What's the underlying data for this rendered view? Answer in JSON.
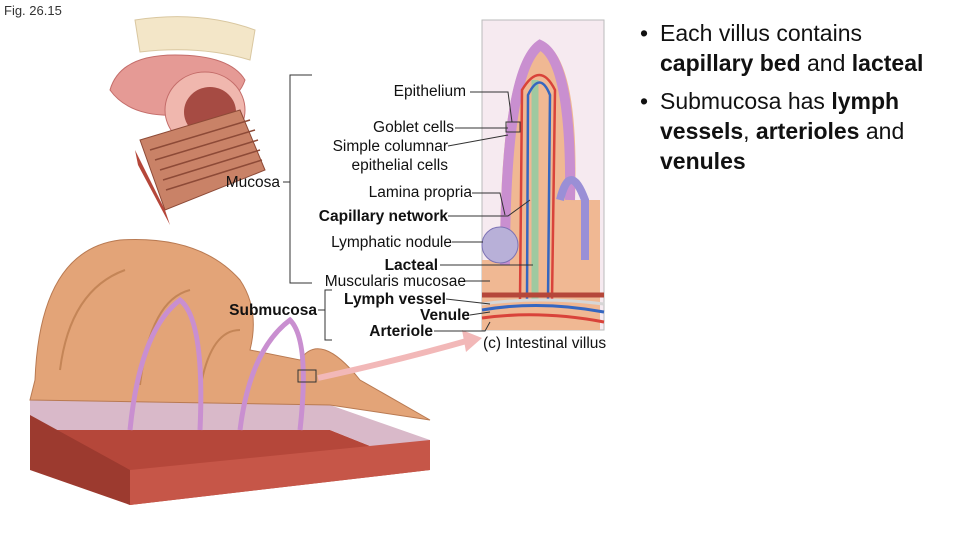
{
  "figure_number": "Fig. 26.15",
  "labels": {
    "epithelium": "Epithelium",
    "goblet_cells": "Goblet cells",
    "simple_columnar_1": "Simple columnar",
    "simple_columnar_2": "epithelial cells",
    "lamina_propria": "Lamina propria",
    "capillary_network": "Capillary network",
    "lymphatic_nodule": "Lymphatic nodule",
    "lacteal": "Lacteal",
    "muscularis_mucosae": "Muscularis mucosae",
    "lymph_vessel": "Lymph vessel",
    "venule": "Venule",
    "arteriole": "Arteriole",
    "mucosa": "Mucosa",
    "submucosa": "Submucosa"
  },
  "caption": "(c) Intestinal villus",
  "bullets": [
    {
      "parts": [
        {
          "text": "Each villus contains ",
          "bold": false
        },
        {
          "text": "capillary bed",
          "bold": true
        },
        {
          "text": " and ",
          "bold": false
        },
        {
          "text": "lacteal",
          "bold": true
        }
      ]
    },
    {
      "parts": [
        {
          "text": "Submucosa has ",
          "bold": false
        },
        {
          "text": "lymph vessels",
          "bold": true
        },
        {
          "text": ", ",
          "bold": false
        },
        {
          "text": "arterioles",
          "bold": true
        },
        {
          "text": " and ",
          "bold": false
        },
        {
          "text": "venules",
          "bold": true
        }
      ]
    }
  ],
  "colors": {
    "tissue": "#e8b99a",
    "epithelium_purple": "#c98fd0",
    "muscle_red": "#b5473a",
    "vein_blue": "#3566c0",
    "artery_red": "#d9433a",
    "lacteal_green": "#9fc9a0",
    "background": "#ffffff"
  }
}
